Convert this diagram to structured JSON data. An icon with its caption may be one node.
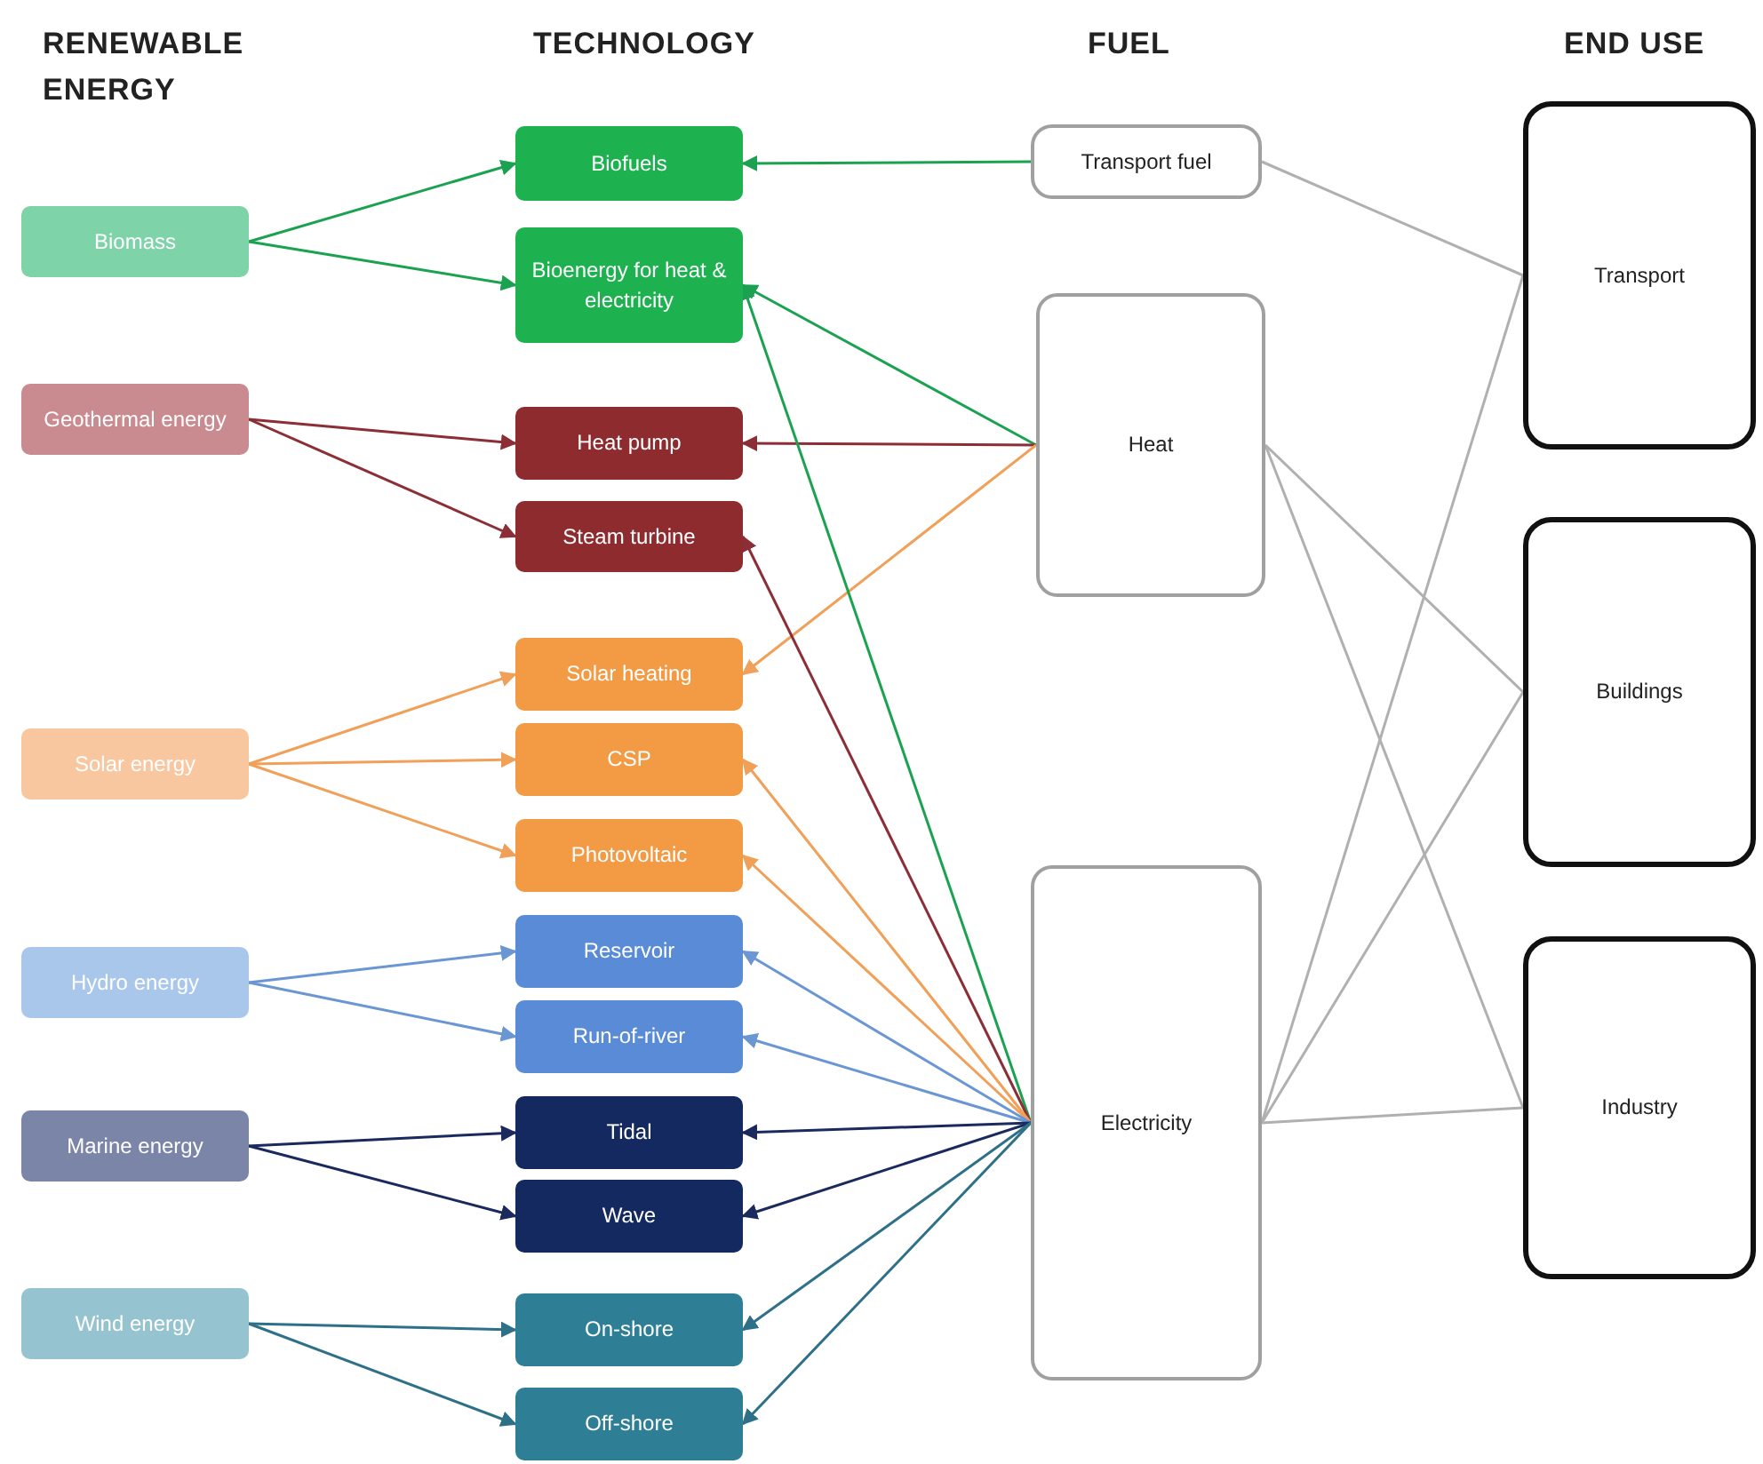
{
  "diagram": {
    "nodes": [
      {
        "text": [
          "Biomass"
        ]
      },
      {
        "text": [
          "Geothermal energy"
        ]
      },
      {
        "text": [
          "Solar energy"
        ]
      },
      {
        "text": [
          "Hydro energy"
        ]
      },
      {
        "text": [
          "Marine energy"
        ]
      },
      {
        "text": [
          "Wind energy"
        ]
      },
      {
        "text": [
          "Biofuels"
        ]
      },
      {
        "text": [
          "Bioenergy for heat & electricity"
        ]
      },
      {
        "text": [
          "Heat pump"
        ]
      },
      {
        "text": [
          "Steam turbine"
        ]
      },
      {
        "text": [
          "Solar heating"
        ]
      },
      {
        "text": [
          "CSP"
        ]
      },
      {
        "text": [
          "Photovoltaic"
        ]
      },
      {
        "text": [
          "Reservoir"
        ]
      },
      {
        "text": [
          "Run-of-river"
        ]
      },
      {
        "text": [
          "Tidal"
        ]
      },
      {
        "text": [
          "Wave"
        ]
      },
      {
        "text": [
          "On-shore"
        ]
      },
      {
        "text": [
          "Off-shore"
        ]
      },
      {
        "text": [
          "Transport fuel"
        ]
      },
      {
        "text": [
          "Heat"
        ]
      },
      {
        "text": [
          "Electricity"
        ]
      },
      {
        "text": [
          "Transport"
        ]
      },
      {
        "text": [
          "Buildings"
        ]
      },
      {
        "text": [
          "Industry"
        ]
      }
    ],
    "edges": [
      {
        "from": 0,
        "to": 6,
        "arrow": "to",
        "color": "#1aa250"
      },
      {
        "from": 0,
        "to": 7,
        "arrow": "to",
        "color": "#1aa250"
      },
      {
        "from": 1,
        "to": 8,
        "arrow": "to",
        "color": "#8b2e35"
      },
      {
        "from": 1,
        "to": 9,
        "arrow": "to",
        "color": "#8b2e35"
      },
      {
        "from": 2,
        "to": 10,
        "arrow": "to",
        "color": "#f0a058"
      },
      {
        "from": 2,
        "to": 11,
        "arrow": "to",
        "color": "#f0a058"
      },
      {
        "from": 2,
        "to": 12,
        "arrow": "to",
        "color": "#f0a058"
      },
      {
        "from": 3,
        "to": 13,
        "arrow": "to",
        "color": "#6a96d4"
      },
      {
        "from": 3,
        "to": 14,
        "arrow": "to",
        "color": "#6a96d4"
      },
      {
        "from": 4,
        "to": 15,
        "arrow": "to",
        "color": "#1a2a5e"
      },
      {
        "from": 4,
        "to": 16,
        "arrow": "to",
        "color": "#1a2a5e"
      },
      {
        "from": 5,
        "to": 17,
        "arrow": "to",
        "color": "#2e7088"
      },
      {
        "from": 5,
        "to": 18,
        "arrow": "to",
        "color": "#2e7088"
      },
      {
        "from": 19,
        "to": 6,
        "arrow": "to",
        "color": "#1aa250"
      },
      {
        "from": 20,
        "to": 7,
        "arrow": "to",
        "color": "#1aa250"
      },
      {
        "from": 20,
        "to": 8,
        "arrow": "to",
        "color": "#8b2e35"
      },
      {
        "from": 20,
        "to": 10,
        "arrow": "to",
        "color": "#f0a058"
      },
      {
        "from": 21,
        "to": 7,
        "arrow": "to",
        "color": "#1aa250"
      },
      {
        "from": 21,
        "to": 9,
        "arrow": "to",
        "color": "#8b2e35"
      },
      {
        "from": 21,
        "to": 11,
        "arrow": "to",
        "color": "#f0a058"
      },
      {
        "from": 21,
        "to": 12,
        "arrow": "to",
        "color": "#f0a058"
      },
      {
        "from": 21,
        "to": 13,
        "arrow": "to",
        "color": "#6a96d4"
      },
      {
        "from": 21,
        "to": 14,
        "arrow": "to",
        "color": "#6a96d4"
      },
      {
        "from": 21,
        "to": 15,
        "arrow": "to",
        "color": "#1a2a5e"
      },
      {
        "from": 21,
        "to": 16,
        "arrow": "to",
        "color": "#1a2a5e"
      },
      {
        "from": 21,
        "to": 17,
        "arrow": "to",
        "color": "#2e7088"
      },
      {
        "from": 21,
        "to": 18,
        "arrow": "to",
        "color": "#2e7088"
      },
      {
        "from": 19,
        "to": 22,
        "arrow": "none",
        "color": "#b0b0b0"
      },
      {
        "from": 20,
        "to": 23,
        "arrow": "none",
        "color": "#b0b0b0"
      },
      {
        "from": 20,
        "to": 24,
        "arrow": "none",
        "color": "#b0b0b0"
      },
      {
        "from": 21,
        "to": 22,
        "arrow": "none",
        "color": "#b0b0b0"
      },
      {
        "from": 21,
        "to": 23,
        "arrow": "none",
        "color": "#b0b0b0"
      },
      {
        "from": 21,
        "to": 24,
        "arrow": "none",
        "color": "#b0b0b0"
      }
    ],
    "labels": [
      "RENEWABLE ENERGY",
      "TECHNOLOGY",
      "FUEL",
      "END USE"
    ]
  }
}
